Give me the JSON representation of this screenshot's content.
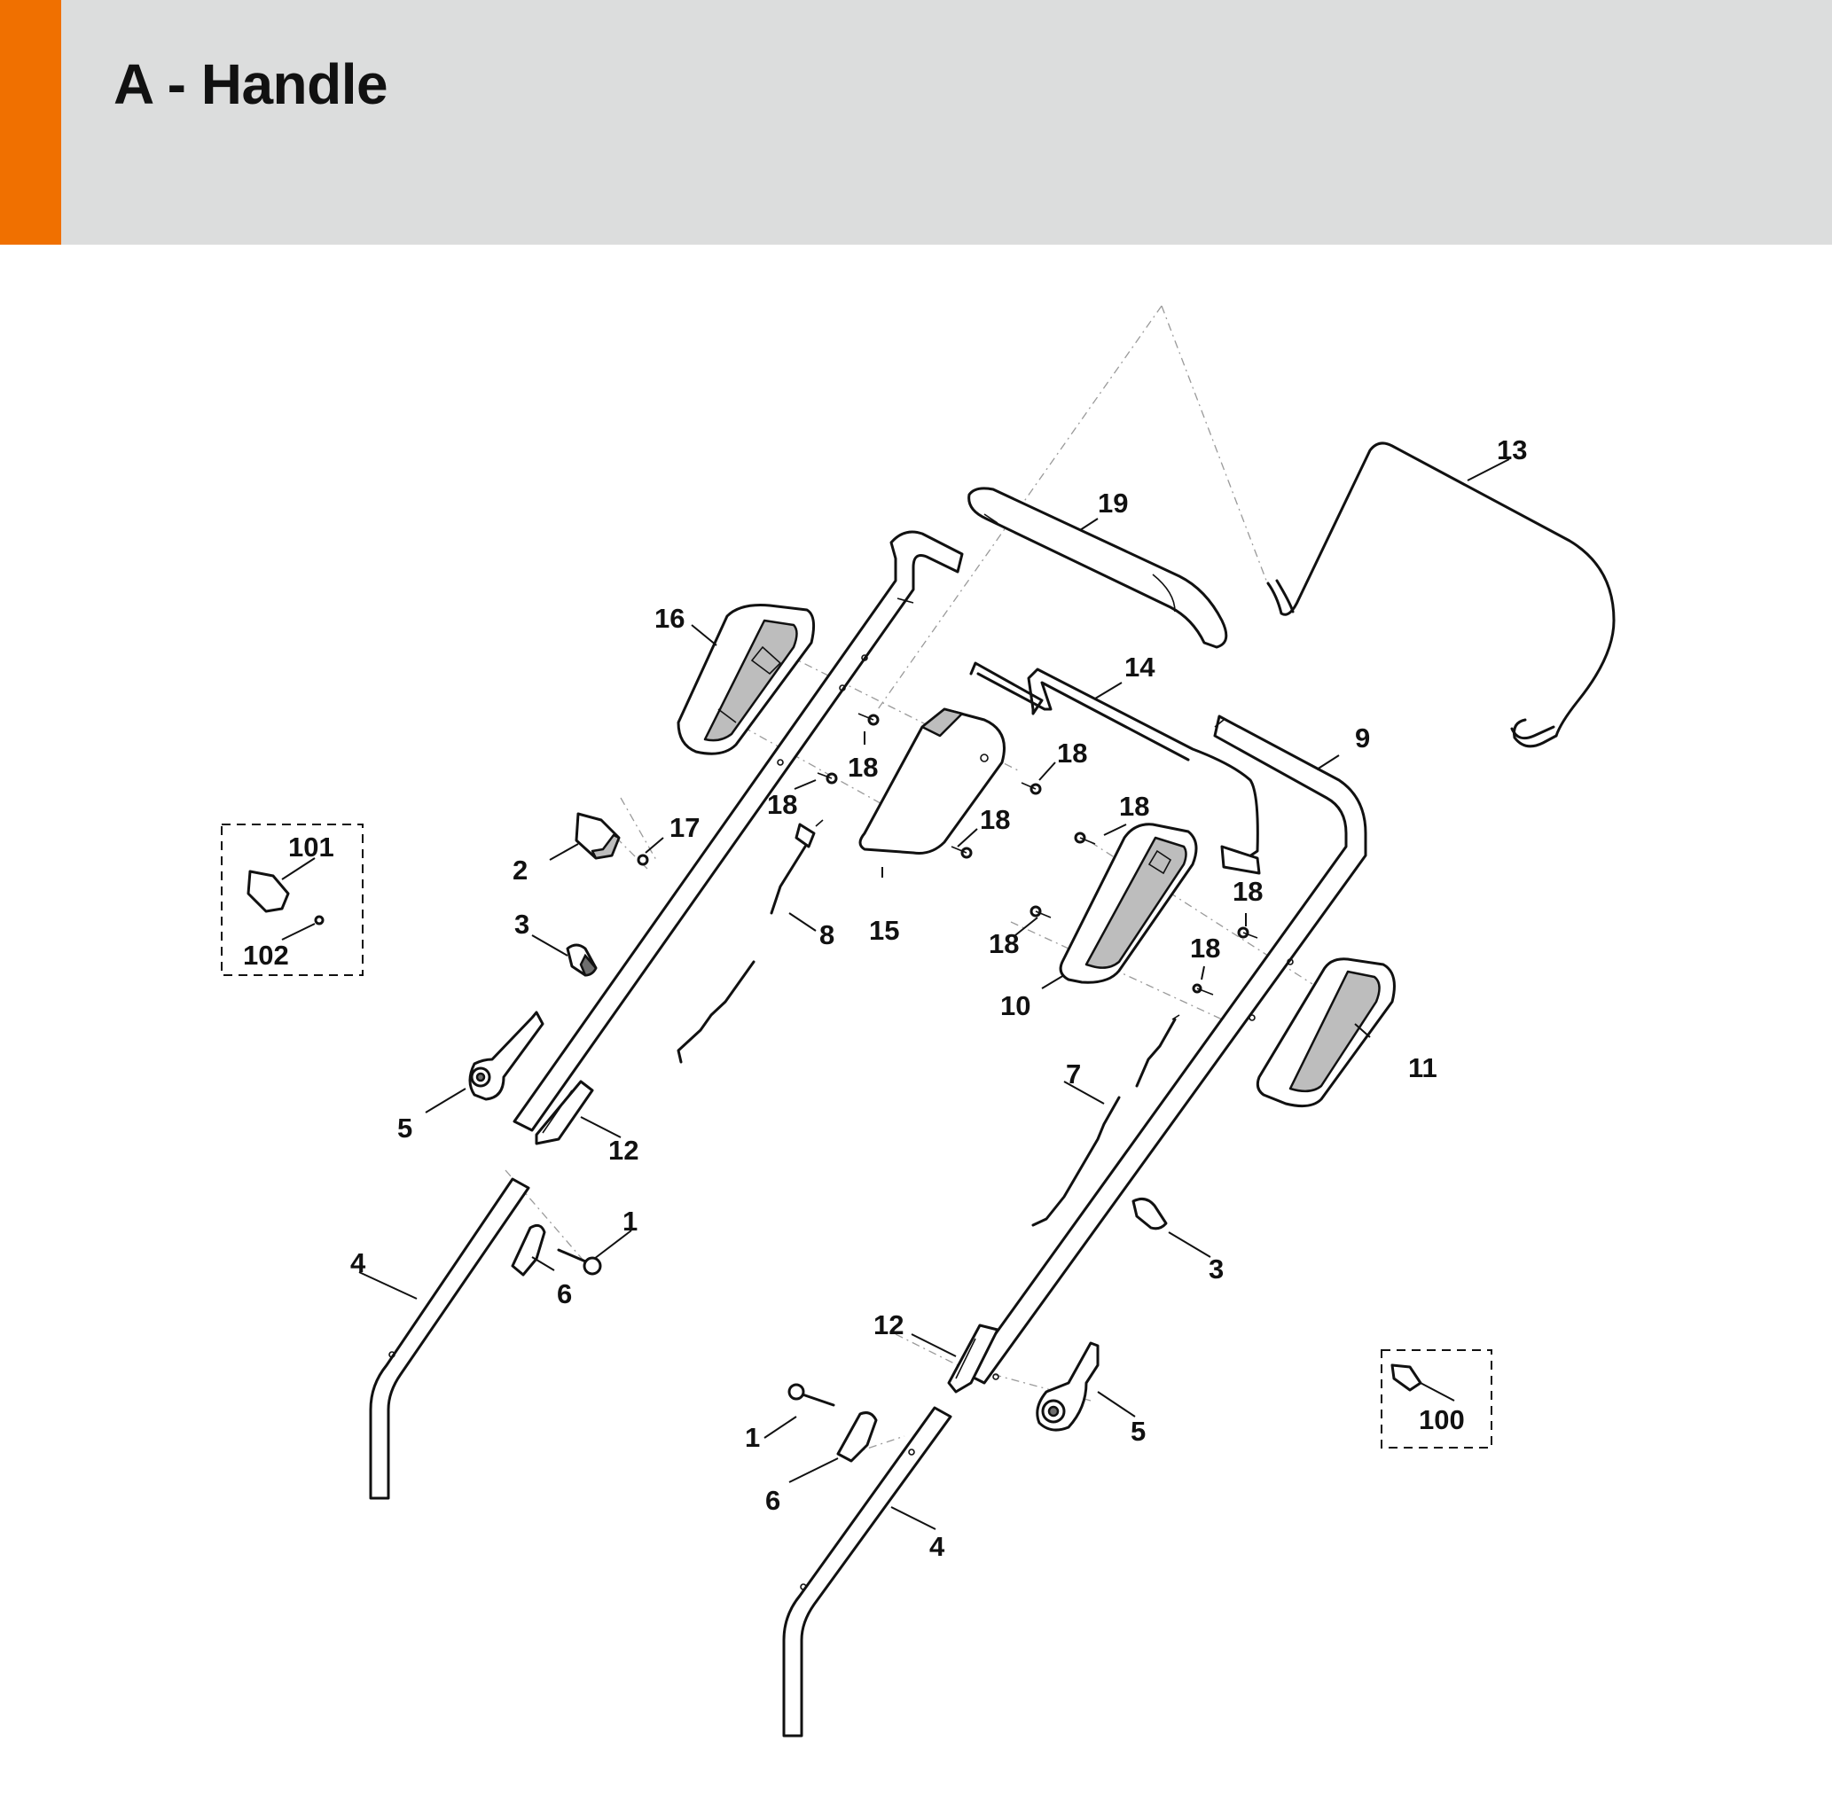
{
  "title": "A - Handle",
  "accent_color": "#f07000",
  "header_color": "#dcdddd",
  "callouts": {
    "p1a": "1",
    "p1b": "1",
    "p2": "2",
    "p3a": "3",
    "p3b": "3",
    "p4a": "4",
    "p4b": "4",
    "p5a": "5",
    "p5b": "5",
    "p6a": "6",
    "p6b": "6",
    "p7": "7",
    "p8": "8",
    "p9": "9",
    "p10": "10",
    "p11": "11",
    "p12a": "12",
    "p12b": "12",
    "p13": "13",
    "p14": "14",
    "p15": "15",
    "p16": "16",
    "p17": "17",
    "p18a": "18",
    "p18b": "18",
    "p18c": "18",
    "p18d": "18",
    "p18e": "18",
    "p18f": "18",
    "p18g": "18",
    "p18h": "18",
    "p19": "19",
    "p100": "100",
    "p101": "101",
    "p102": "102"
  }
}
